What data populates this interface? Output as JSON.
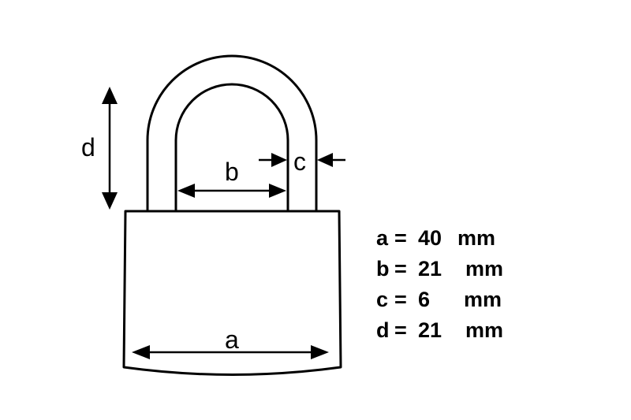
{
  "diagram": {
    "labels": {
      "a": "a",
      "b": "b",
      "c": "c",
      "d": "d"
    },
    "specs": [
      {
        "name": "a",
        "eq": "=",
        "value": "40",
        "unit": "mm"
      },
      {
        "name": "b",
        "eq": "=",
        "value": "21",
        "unit": "mm"
      },
      {
        "name": "c",
        "eq": "=",
        "value": "6",
        "unit": "mm"
      },
      {
        "name": "d",
        "eq": "=",
        "value": "21",
        "unit": "mm"
      }
    ]
  }
}
